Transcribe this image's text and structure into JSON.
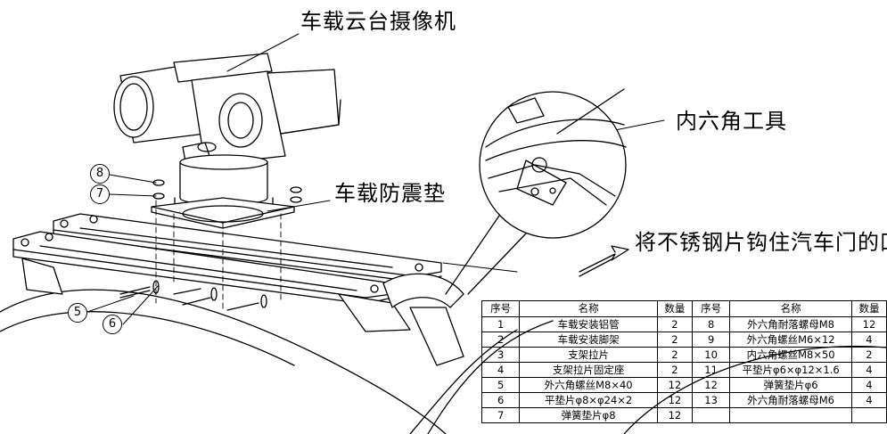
{
  "callouts": {
    "camera": "车载云台摄像机",
    "hex_tool": "内六角工具",
    "pad": "车载防震垫",
    "hook": "将不锈钢片钩住汽车门的凹槽"
  },
  "bubbles": [
    "8",
    "7",
    "5",
    "6"
  ],
  "table": {
    "headers": [
      "序号",
      "名称",
      "数量",
      "序号",
      "名称",
      "数量"
    ],
    "rows": [
      [
        "1",
        "车载安装铝管",
        "2",
        "8",
        "外六角耐落螺母M8",
        "12"
      ],
      [
        "2",
        "车载安装脚架",
        "2",
        "9",
        "外六角螺丝M6×12",
        "4"
      ],
      [
        "3",
        "支架拉片",
        "2",
        "10",
        "内六角螺丝M8×50",
        "2"
      ],
      [
        "4",
        "支架拉片固定座",
        "2",
        "11",
        "平垫片φ6×φ12×1.6",
        "4"
      ],
      [
        "5",
        "外六角螺丝M8×40",
        "12",
        "12",
        "弹簧垫片φ6",
        "4"
      ],
      [
        "6",
        "平垫片φ8×φ24×2",
        "12",
        "13",
        "外六角耐落螺母M6",
        "4"
      ],
      [
        "7",
        "弹簧垫片φ8",
        "12",
        "",
        "",
        ""
      ]
    ]
  }
}
